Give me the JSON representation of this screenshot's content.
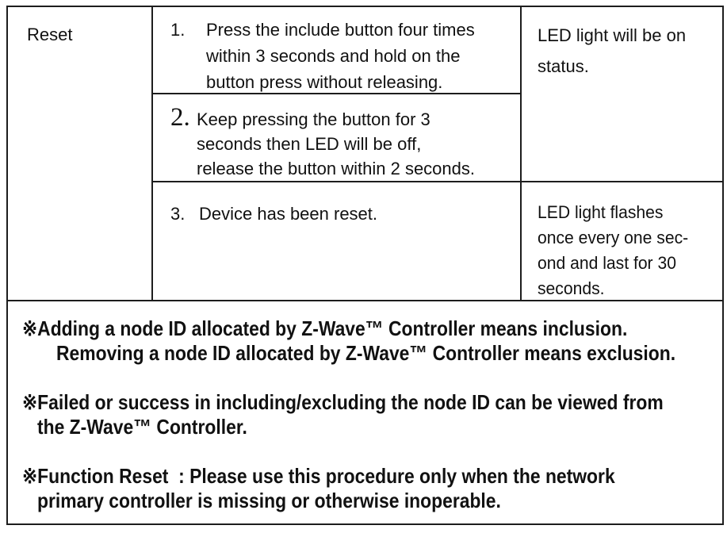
{
  "document": {
    "colors": {
      "border": "#1d1d1d",
      "text": "#111111",
      "background": "#ffffff"
    },
    "table": {
      "row_label": "Reset",
      "steps": [
        {
          "num": "1.",
          "lines": [
            "Press the include button four times",
            "within 3 seconds and hold on the",
            "button press without releasing."
          ]
        },
        {
          "num": "2.",
          "lines": [
            "Keep pressing the button for 3",
            "seconds then LED will be off,",
            "release the button within 2 seconds."
          ]
        },
        {
          "num": "3.",
          "lines": [
            "Device has been reset."
          ]
        }
      ],
      "led_status": {
        "on": {
          "lines": [
            "LED light will be on",
            "status."
          ]
        },
        "flash": {
          "lines": [
            "LED light flashes",
            "once every one sec-",
            "ond and last for 30",
            "seconds."
          ]
        }
      }
    },
    "notes": [
      {
        "line1": "※Adding a node ID allocated by Z-Wave™ Controller means inclusion.",
        "line2": "Removing a node ID allocated by Z-Wave™ Controller means exclusion."
      },
      {
        "line1": "※Failed or success in including/excluding the node ID can be viewed from",
        "line2": "the Z-Wave™ Controller."
      },
      {
        "line1": "※Function Reset  : Please use this procedure only when the network",
        "line2": "primary controller is missing or otherwise inoperable."
      }
    ]
  }
}
